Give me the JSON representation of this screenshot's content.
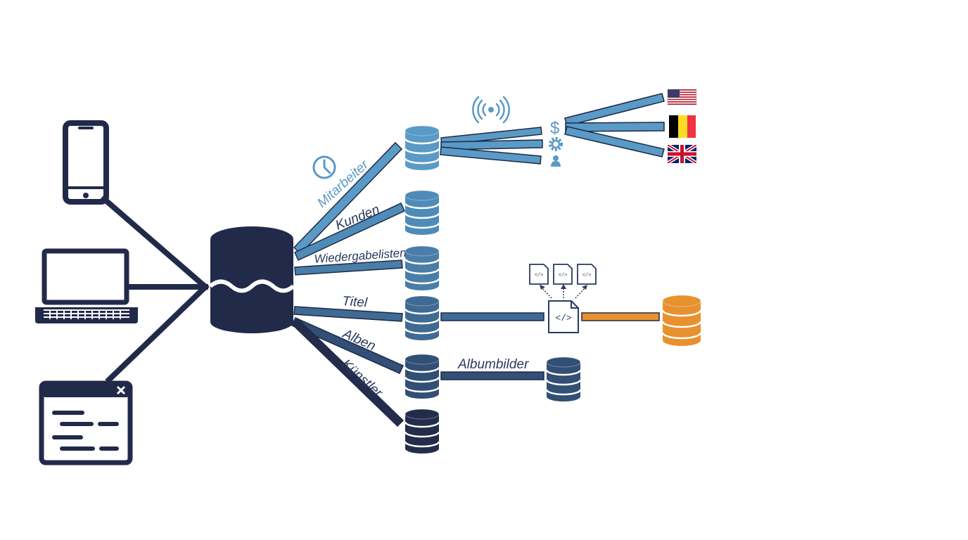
{
  "colors": {
    "navy": "#222a4a",
    "mitarbeiter": "#5a9ac6",
    "kunden": "#4f8bb8",
    "wiedergabelisten": "#4a7ea8",
    "titel": "#3f6a93",
    "alben": "#324f75",
    "kuenstler": "#242c4c",
    "orange": "#e8912f",
    "label_light": "#5a9ac6",
    "label_dark": "#2a3a5e"
  },
  "devices": [
    {
      "name": "smartphone-icon"
    },
    {
      "name": "laptop-icon"
    },
    {
      "name": "browser-window-icon"
    }
  ],
  "central_db": {
    "icon": "data-lake-icon"
  },
  "tables": {
    "mitarbeiter": "Mitarbeiter",
    "kunden": "Kunden",
    "wiedergabelisten": "Wiedergabelisten",
    "titel": "Titel",
    "alben": "Alben",
    "kuenstler": "Künstler",
    "albumbilder": "Albumbilder"
  },
  "side_icons": [
    "clock-icon",
    "wireless-signal-icon",
    "dollar-icon",
    "gear-icon",
    "person-icon"
  ],
  "flags": [
    "usa-flag-icon",
    "belgium-flag-icon",
    "uk-flag-icon"
  ],
  "code_icons": {
    "main": "</>",
    "small": [
      "</>",
      "</>",
      "</>"
    ]
  }
}
